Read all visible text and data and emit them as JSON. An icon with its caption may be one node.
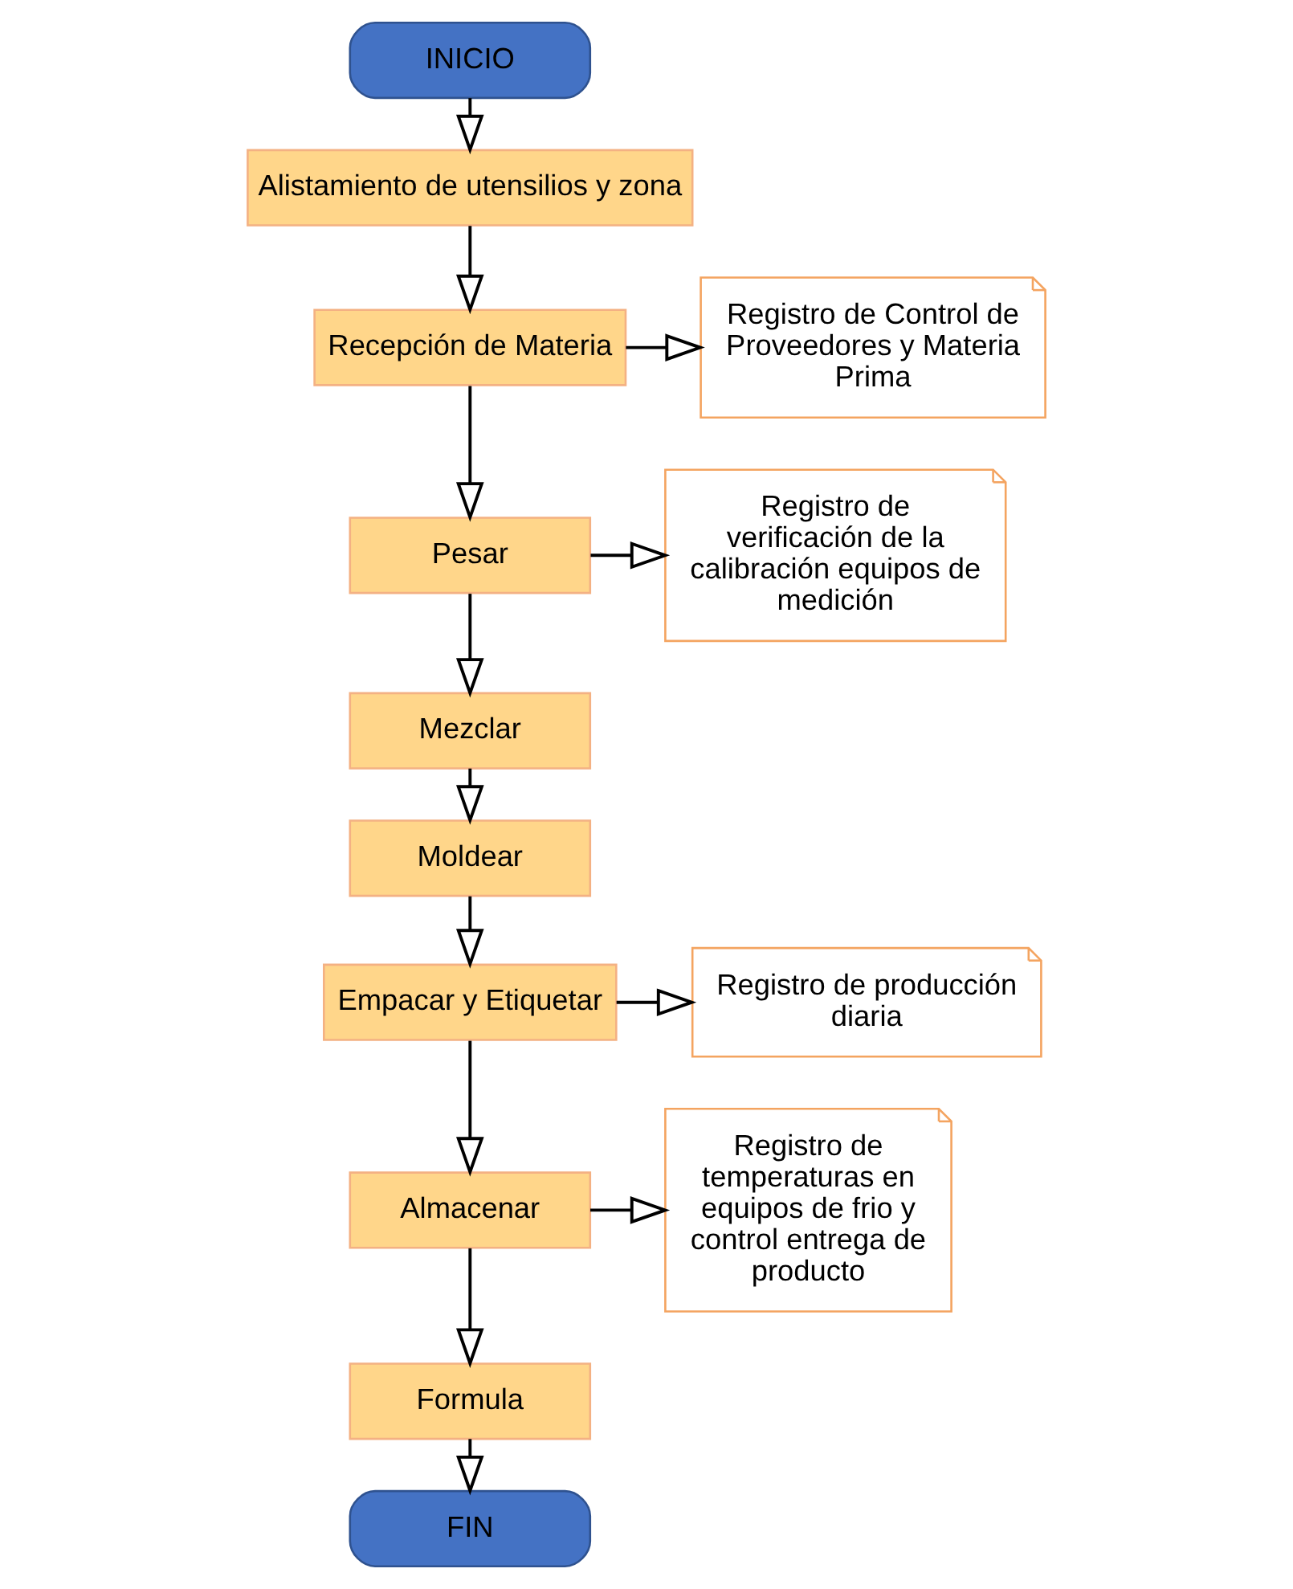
{
  "diagram": {
    "nodes": [
      {
        "text": [
          "INICIO"
        ]
      },
      {
        "text": [
          "Alistamiento de utensilios y zona"
        ]
      },
      {
        "text": [
          "Recepción de Materia"
        ]
      },
      {
        "text": [
          "Registro de Control de Proveedores y Materia Prima"
        ]
      },
      {
        "text": [
          "Pesar"
        ]
      },
      {
        "text": [
          "Registro de verificación de la calibración equipos de medición"
        ]
      },
      {
        "text": [
          "Mezclar"
        ]
      },
      {
        "text": [
          "Moldear"
        ]
      },
      {
        "text": [
          "Empacar y Etiquetar"
        ]
      },
      {
        "text": [
          "Registro de producción diaria"
        ]
      },
      {
        "text": [
          "Almacenar"
        ]
      },
      {
        "text": [
          "Registro de temperaturas en equipos de frio y control entrega de producto"
        ]
      },
      {
        "text": [
          "Formula"
        ]
      },
      {
        "text": [
          "FIN"
        ]
      }
    ],
    "edges": [
      {
        "from": 0,
        "to": 1,
        "arrow": "to"
      },
      {
        "from": 1,
        "to": 2,
        "arrow": "to"
      },
      {
        "from": 2,
        "to": 3,
        "arrow": "to"
      },
      {
        "from": 2,
        "to": 4,
        "arrow": "to"
      },
      {
        "from": 4,
        "to": 5,
        "arrow": "to"
      },
      {
        "from": 4,
        "to": 6,
        "arrow": "to"
      },
      {
        "from": 6,
        "to": 7,
        "arrow": "to"
      },
      {
        "from": 7,
        "to": 8,
        "arrow": "to"
      },
      {
        "from": 8,
        "to": 9,
        "arrow": "to"
      },
      {
        "from": 8,
        "to": 10,
        "arrow": "to"
      },
      {
        "from": 10,
        "to": 11,
        "arrow": "to"
      },
      {
        "from": 10,
        "to": 12,
        "arrow": "to"
      },
      {
        "from": 12,
        "to": 13,
        "arrow": "to"
      }
    ]
  }
}
